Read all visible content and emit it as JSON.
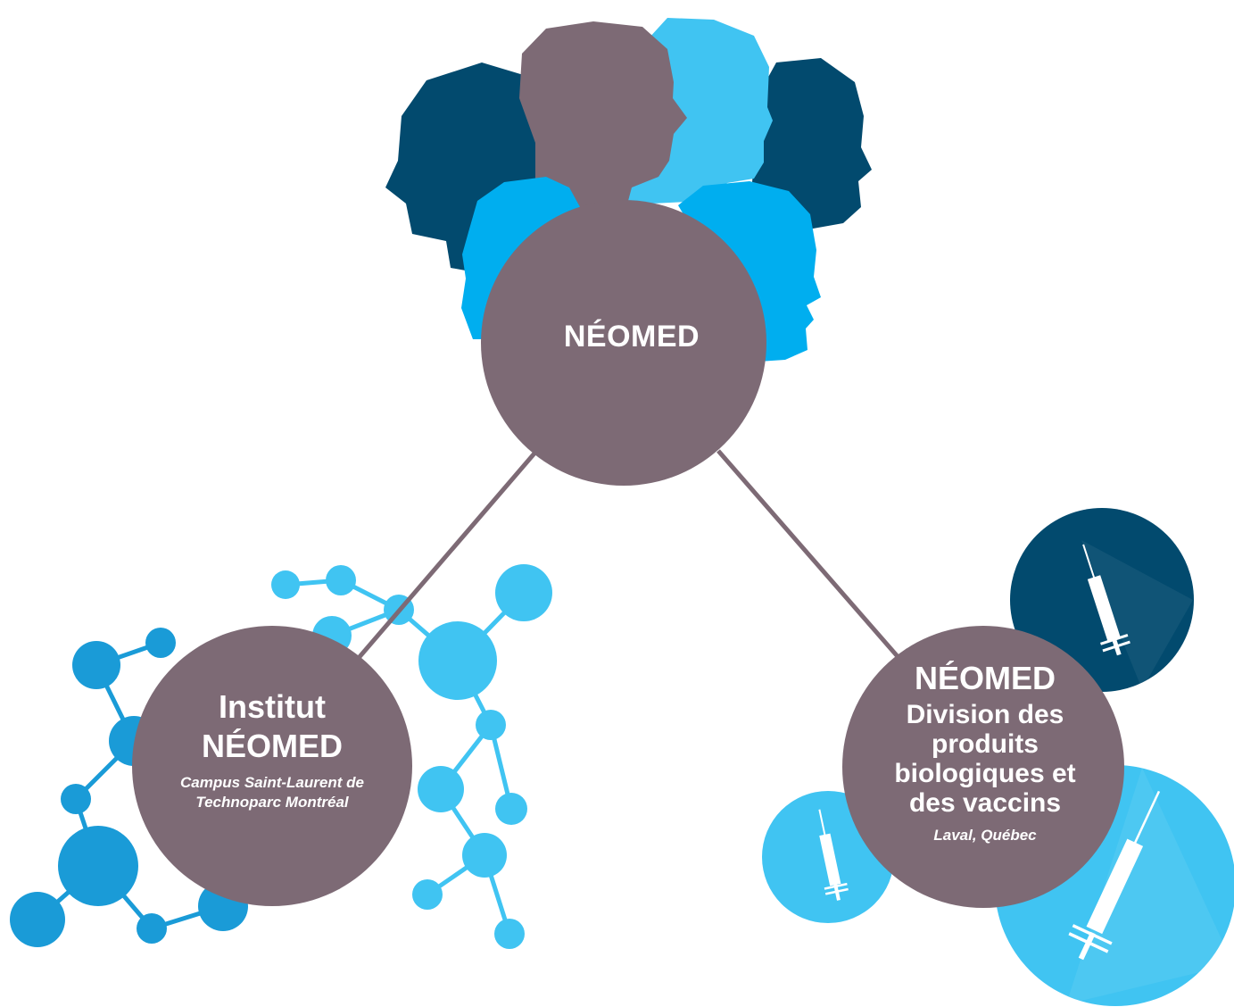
{
  "palette": {
    "node": "#7d6a75",
    "navy": "#024a6e",
    "sky": "#40c4f2",
    "blue": "#1a9bd7",
    "bright": "#00aeef",
    "white": "#ffffff"
  },
  "icons": [
    "people-silhouettes-icon",
    "molecule-icon",
    "syringe-icon"
  ],
  "root": {
    "label": "NÉOMED"
  },
  "left_node": {
    "line1": "Institut",
    "line2": "NÉOMED",
    "subtitle_l1": "Campus Saint-Laurent de",
    "subtitle_l2": "Technoparc Montréal"
  },
  "right_node": {
    "title": "NÉOMED",
    "name": "Division des produits biologiques et des vaccins",
    "location": "Laval, Québec"
  }
}
